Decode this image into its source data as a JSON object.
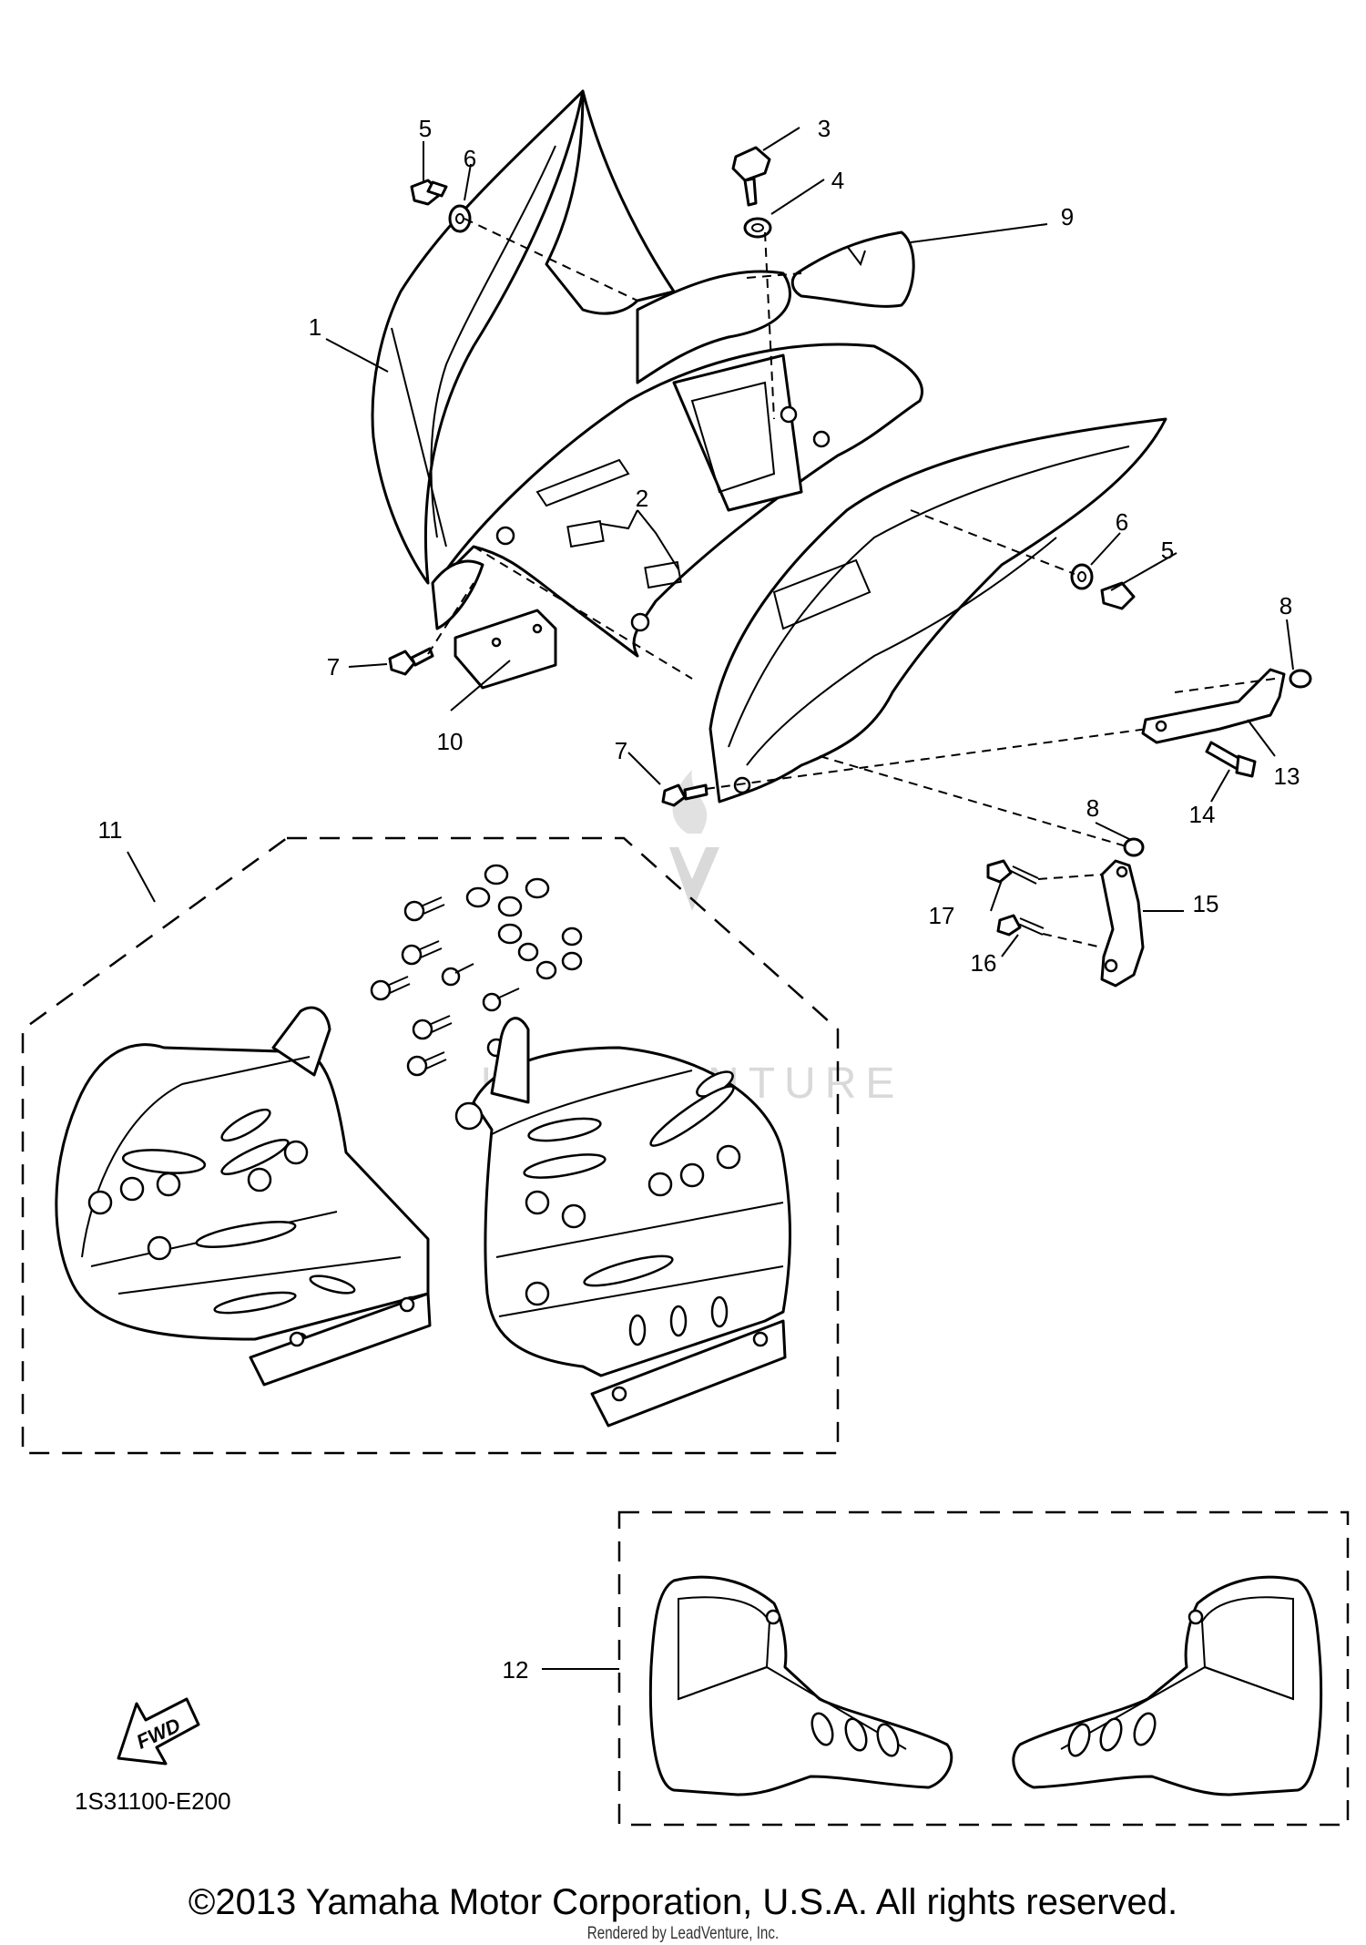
{
  "callouts": {
    "c1": "1",
    "c2": "2",
    "c3": "3",
    "c4": "4",
    "c5a": "5",
    "c5b": "5",
    "c6a": "6",
    "c6b": "6",
    "c7a": "7",
    "c7b": "7",
    "c8a": "8",
    "c8b": "8",
    "c9": "9",
    "c10": "10",
    "c11": "11",
    "c12": "12",
    "c13": "13",
    "c14": "14",
    "c15": "15",
    "c16": "16",
    "c17": "17"
  },
  "fwd_label": "FWD",
  "diagram_code": "1S31100-E200",
  "watermark": "LEADVENTURE",
  "copyright": "©2013 Yamaha Motor Corporation, U.S.A. All rights reserved.",
  "rendered_by": "Rendered by LeadVenture, Inc."
}
